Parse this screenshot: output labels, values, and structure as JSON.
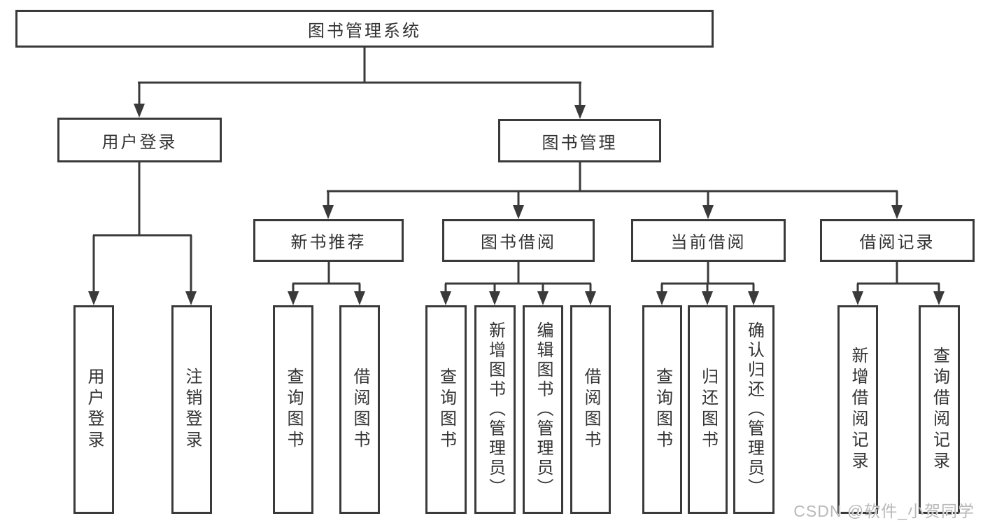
{
  "diagram": {
    "title": "图书管理系统",
    "line_color": "#3a3a3a",
    "text_color": "#333333",
    "level2": {
      "user_login": {
        "label": "用户登录"
      },
      "book_management": {
        "label": "图书管理"
      }
    },
    "level3": {
      "new_book_recommend": {
        "label": "新书推荐"
      },
      "book_borrowing": {
        "label": "图书借阅"
      },
      "current_borrowing": {
        "label": "当前借阅"
      },
      "borrowing_records": {
        "label": "借阅记录"
      }
    },
    "leaves": {
      "user_login": "用户登录",
      "logout": "注销登录",
      "rec_query_books": "查询图书",
      "rec_borrow_books": "借阅图书",
      "borrow_query_books": "查询图书",
      "borrow_add_books": "新增图书（管理员）",
      "borrow_edit_books": "编辑图书（管理员）",
      "borrow_borrow_books": "借阅图书",
      "cur_query_books": "查询图书",
      "cur_return_books": "归还图书",
      "cur_confirm_return": "确认归还（管理员）",
      "rec_add_record": "新增借阅记录",
      "rec_query_record": "查询借阅记录"
    }
  },
  "watermark": {
    "text": "CSDN @软件_小贺同学",
    "color": "#b9b9b9"
  }
}
